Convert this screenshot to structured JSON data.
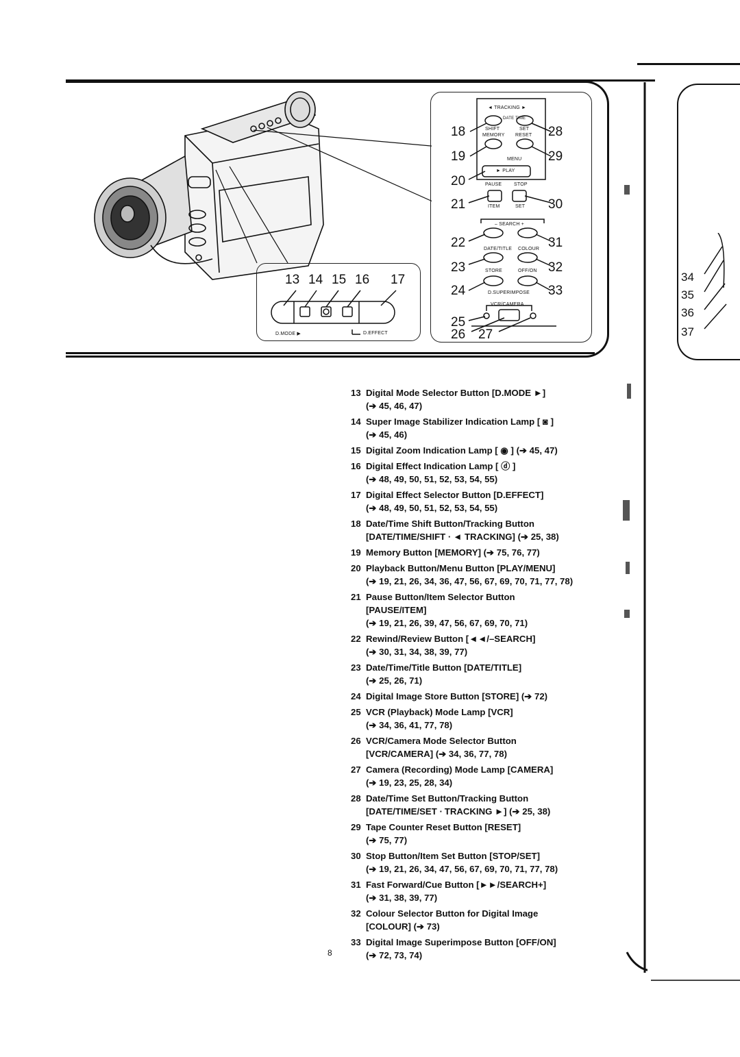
{
  "diagram": {
    "left_callouts": [
      "13",
      "14",
      "15",
      "16",
      "17"
    ],
    "left_panel_labels": {
      "dmode": "D.MODE ▶",
      "deffect": "D.EFFECT"
    },
    "right_callouts_left": [
      "18",
      "19",
      "20",
      "21",
      "22",
      "23",
      "24",
      "25",
      "26"
    ],
    "right_callouts_right": [
      "28",
      "29",
      "30",
      "31",
      "32",
      "33"
    ],
    "callout_27": "27",
    "right_panel_labels": {
      "tracking": "◄ TRACKING ►",
      "date_time": "DATE TIME",
      "shift": "SHIFT",
      "set": "SET",
      "memory": "MEMORY",
      "reset": "RESET",
      "menu": "MENU",
      "play": "► PLAY",
      "pause": "PAUSE",
      "stop": "STOP",
      "item": "ITEM",
      "set2": "SET",
      "search": "– SEARCH +",
      "date_title": "DATE/TITLE",
      "colour": "COLOUR",
      "store": "STORE",
      "off_on": "OFF/ON",
      "d_superimpose": "D.SUPERIMPOSE",
      "vcr_camera": "VCR/CAMERA"
    },
    "side_callouts": [
      "34",
      "35",
      "36",
      "37"
    ]
  },
  "items": [
    {
      "num": "13",
      "l1": "Digital Mode Selector Button [D.MODE ►]",
      "l2": "(➔ 45, 46, 47)"
    },
    {
      "num": "14",
      "l1": "Super Image Stabilizer Indication Lamp [ ◙ ]",
      "l2": "(➔ 45, 46)"
    },
    {
      "num": "15",
      "l1": "Digital Zoom Indication Lamp [ ◉ ] (➔ 45, 47)",
      "l2": ""
    },
    {
      "num": "16",
      "l1": "Digital Effect Indication Lamp [ ⓓ ]",
      "l2": "(➔ 48, 49, 50, 51, 52, 53, 54, 55)"
    },
    {
      "num": "17",
      "l1": "Digital Effect Selector Button [D.EFFECT]",
      "l2": "(➔ 48, 49, 50, 51, 52, 53, 54, 55)"
    },
    {
      "num": "18",
      "l1": "Date/Time Shift Button/Tracking Button",
      "l2": "[DATE/TIME/SHIFT ∙ ◄ TRACKING] (➔ 25, 38)"
    },
    {
      "num": "19",
      "l1": "Memory Button [MEMORY] (➔ 75, 76, 77)",
      "l2": ""
    },
    {
      "num": "20",
      "l1": "Playback Button/Menu Button [PLAY/MENU]",
      "l2": "(➔ 19, 21, 26, 34, 36, 47, 56, 67, 69, 70, 71, 77, 78)"
    },
    {
      "num": "21",
      "l1": "Pause Button/Item Selector Button",
      "l2": "[PAUSE/ITEM]",
      "l3": "(➔ 19, 21, 26, 39, 47, 56, 67, 69, 70, 71)"
    },
    {
      "num": "22",
      "l1": "Rewind/Review Button [◄◄/–SEARCH]",
      "l2": "(➔ 30, 31, 34, 38, 39, 77)"
    },
    {
      "num": "23",
      "l1": "Date/Time/Title Button [DATE/TITLE]",
      "l2": "(➔ 25, 26, 71)"
    },
    {
      "num": "24",
      "l1": "Digital Image Store Button [STORE] (➔ 72)",
      "l2": ""
    },
    {
      "num": "25",
      "l1": "VCR (Playback) Mode Lamp [VCR]",
      "l2": "(➔ 34, 36, 41, 77, 78)"
    },
    {
      "num": "26",
      "l1": "VCR/Camera Mode Selector Button",
      "l2": "[VCR/CAMERA] (➔ 34, 36, 77, 78)"
    },
    {
      "num": "27",
      "l1": "Camera (Recording) Mode Lamp [CAMERA]",
      "l2": "(➔ 19, 23, 25, 28, 34)"
    },
    {
      "num": "28",
      "l1": "Date/Time Set Button/Tracking Button",
      "l2": "[DATE/TIME/SET ∙ TRACKING ►] (➔ 25, 38)"
    },
    {
      "num": "29",
      "l1": "Tape Counter Reset Button [RESET]",
      "l2": "(➔ 75, 77)"
    },
    {
      "num": "30",
      "l1": "Stop Button/Item Set Button [STOP/SET]",
      "l2": "(➔ 19, 21, 26, 34, 47, 56, 67, 69, 70, 71, 77, 78)"
    },
    {
      "num": "31",
      "l1": "Fast Forward/Cue Button [►►/SEARCH+]",
      "l2": "(➔ 31, 38, 39, 77)"
    },
    {
      "num": "32",
      "l1": "Colour Selector Button for Digital Image",
      "l2": "[COLOUR] (➔ 73)"
    },
    {
      "num": "33",
      "l1": "Digital Image Superimpose Button [OFF/ON]",
      "l2": "(➔ 72, 73, 74)"
    }
  ],
  "page_number": "8"
}
